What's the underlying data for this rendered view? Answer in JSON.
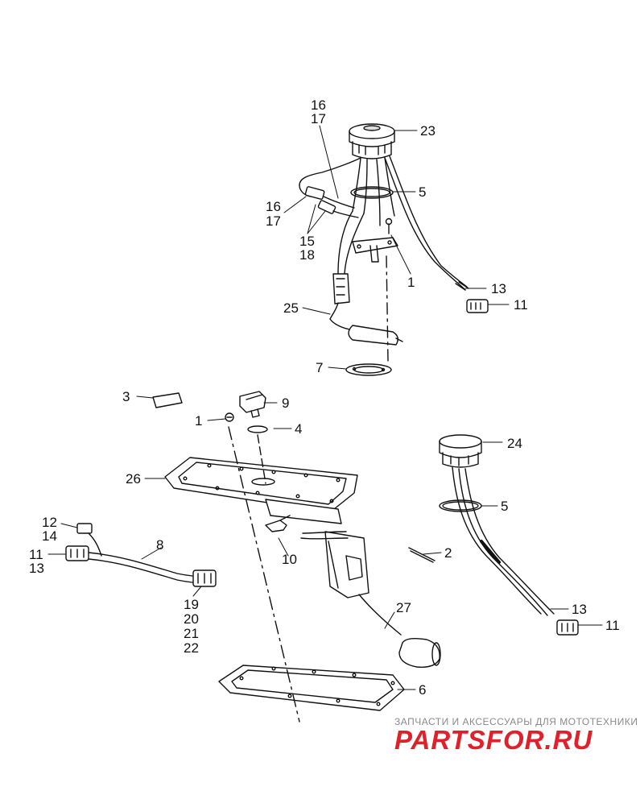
{
  "callouts": {
    "c23": "23",
    "c16a": "16",
    "c17a": "17",
    "c5a": "5",
    "c16b": "16",
    "c17b": "17",
    "c15": "15",
    "c18": "18",
    "c1a": "1",
    "c13a": "13",
    "c11a": "11",
    "c25": "25",
    "c7": "7",
    "c3": "3",
    "c9": "9",
    "c1b": "1",
    "c4": "4",
    "c24": "24",
    "c26": "26",
    "c5b": "5",
    "c12": "12",
    "c14": "14",
    "c8": "8",
    "c11b": "11",
    "c13b": "13",
    "c10": "10",
    "c2": "2",
    "c19": "19",
    "c20": "20",
    "c21": "21",
    "c22": "22",
    "c27": "27",
    "c13c": "13",
    "c11c": "11",
    "c6": "6"
  },
  "watermark": {
    "caption": "ЗАПЧАСТИ И АКСЕССУАРЫ ДЛЯ МОТОТЕХНИКИ",
    "logo_text": "PARTSFOR.RU",
    "logo_color": "#e0202a"
  },
  "colors": {
    "line": "#111111",
    "background": "#ffffff"
  }
}
